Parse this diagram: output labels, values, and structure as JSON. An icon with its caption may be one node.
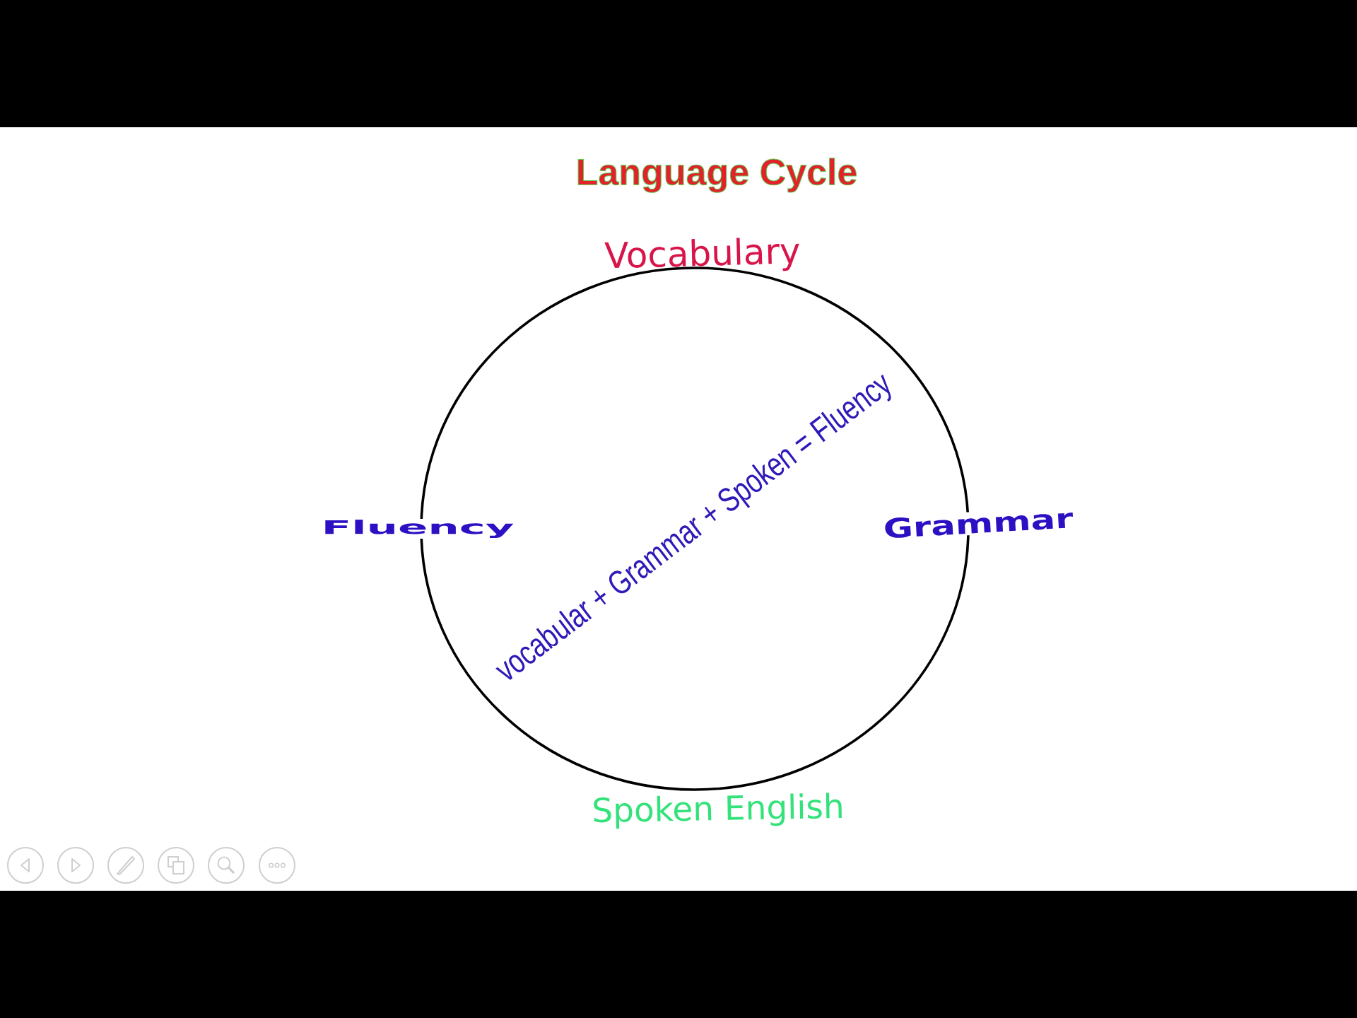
{
  "diagram": {
    "title": "Language Cycle",
    "nodes": [
      {
        "text": [
          "vocabular + Grammar + Spoken = Fluency"
        ],
        "beside": [
          "Vocabulary",
          "Fluency",
          "Grammar",
          "Spoken English"
        ]
      }
    ]
  }
}
